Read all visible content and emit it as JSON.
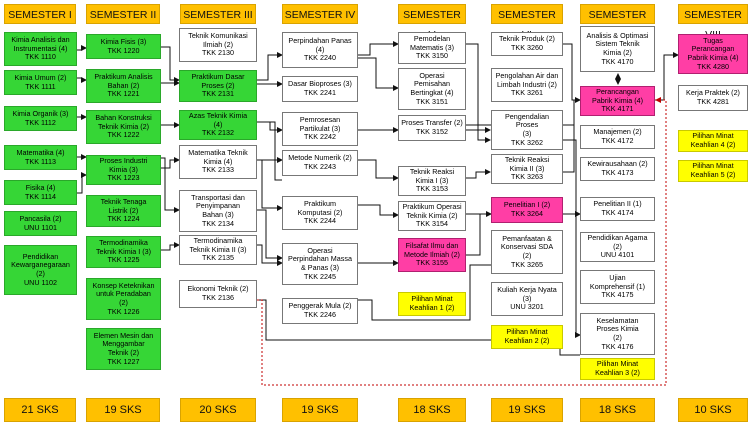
{
  "semesters": [
    "SEMESTER I",
    "SEMESTER II",
    "SEMESTER III",
    "SEMESTER IV",
    "SEMESTER V",
    "SEMESTER VI",
    "SEMESTER VII",
    "SEMESTER VIII"
  ],
  "sks": [
    "21 SKS",
    "19 SKS",
    "20 SKS",
    "19 SKS",
    "18 SKS",
    "19 SKS",
    "18 SKS",
    "10 SKS"
  ],
  "courses": {
    "s1": [
      "Kimia Analisis dan\nInstrumentasi (4)\nTKK 1110",
      "Kimia Umum (2)\nTKK 1111",
      "Kimia Organik (3)\nTKK 1112",
      "Matematika (4)\nTKK 1113",
      "Fisika (4)\nTKK 1114",
      "Pancasila (2)\nUNU 1101",
      "Pendidikan\nKewarganegaraan\n(2)\nUNU 1102"
    ],
    "s2": [
      "Kimia Fisis (3)\nTKK 1220",
      "Praktikum Analisis\nBahan  (2)\nTKK 1221",
      "Bahan Konstruksi\nTeknik Kimia (2)\nTKK 1222",
      "Proses Industri\nKimia (3)\nTKK 1223",
      "Teknik Tenaga\nListrik (2)\nTKK 1224",
      "Termodinamika\nTeknik Kimia I (3)\nTKK 1225",
      "Konsep Keteknikan\nuntuk Peradaban\n(2)\nTKK 1226",
      "Elemen Mesin dan\nMenggambar\nTeknik (2)\nTKK 1227"
    ],
    "s3": [
      "Teknik Komunikasi\nIlmiah (2)\nTKK 2130",
      "Praktikum Dasar\nProses (2)\nTKK 2131",
      "Azas Teknik Kimia\n(4)\nTKK 2132",
      "Matematika Teknik\nKimia (4)\nTKK 2133",
      "Transportasi dan\nPenyimpanan\nBahan (3)\nTKK 2134",
      "Termodinamika\nTeknik Kimia II (3)\nTKK 2135",
      "Ekonomi Teknik (2)\nTKK 2136"
    ],
    "s4": [
      "Perpindahan Panas\n(4)\nTKK 2240",
      "Dasar Bioproses (3)\nTKK 2241",
      "Pemrosesan\nPartikulat (3)\nTKK 2242",
      "Metode Numerik (2)\nTKK 2243",
      "Praktikum\nKomputasi (2)\nTKK 2244",
      "Operasi\nPerpindahan Massa\n& Panas (3)\nTKK 2245",
      "Penggerak Mula (2)\nTKK 2246"
    ],
    "s5": [
      "Pemodelan\nMatematis (3)\nTKK 3150",
      "Operasi\nPemisahan\nBertingkat (4)\nTKK 3151",
      "Proses Transfer (2)\nTKK 3152",
      "Teknik Reaksi\nKimia  I (3)\nTKK 3153",
      "Praktikum Operasi\nTeknik Kimia (2)\nTKK 3154",
      "Filsafat Ilmu dan\nMetode Ilmiah (2)\nTKK 3155",
      "Pilihan Minat\nKeahlian 1 (2)"
    ],
    "s6": [
      "Teknik Produk (2)\nTKK 3260",
      "Pengolahan Air dan\nLimbah Industri (2)\nTKK 3261",
      "Pengendalian\nProses\n(3)\nTKK 3262",
      "Teknik Reaksi\nKimia II (3)\nTKK 3263",
      "Penelitian I (2)\nTKK 3264",
      "Pemanfaatan &\nKonservasi SDA\n(2)\nTKK 3265",
      "Kuliah Kerja Nyata\n(3)\nUNU 3201",
      "Pilihan Minat\nKeahlian 2 (2)"
    ],
    "s7": [
      "Analisis & Optimasi\nSistem Teknik\nKimia (2)\nTKK 4170",
      "Perancangan\nPabrik Kimia (4)\nTKK 4171",
      "Manajemen (2)\nTKK 4172",
      "Kewirausahaan (2)\nTKK 4173",
      "Penelitian II (1)\nTKK 4174",
      "Pendidikan Agama\n(2)\nUNU 4101",
      "Ujian\nKomprehensif (1)\nTKK 4175",
      "Keselamatan\nProses Kimia\n(2)\nTKK 4176",
      "Pilihan Minat\nKeahlian 3 (2)"
    ],
    "s8": [
      "Tugas\nPerancangan\nPabrik Kimia (4)\nTKK 4280",
      "Kerja Praktek (2)\nTKK 4281",
      "Pilihan Minat\nKeahlian 4 (2)",
      "Pilihan Minat\nKeahlian 5 (2)"
    ]
  },
  "colors": {
    "header": "#ffc000",
    "green": "#36d636",
    "pink": "#ff3ea5",
    "yellow": "#ffff00",
    "white": "#ffffff",
    "dashed": "#c00000"
  }
}
